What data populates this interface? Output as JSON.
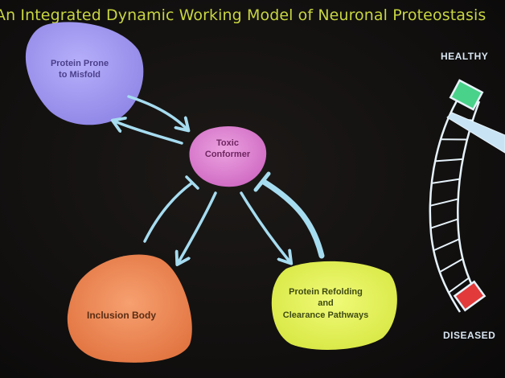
{
  "title": "An Integrated Dynamic Working Model of Neuronal Proteostasis",
  "nodes": {
    "prone": {
      "label_line1": "Protein Prone",
      "label_line2": "to Misfold",
      "color": "#a49cf4"
    },
    "toxic": {
      "label_line1": "Toxic",
      "label_line2": "Conformer",
      "color": "#dd7fd0"
    },
    "inclusion": {
      "label": "Inclusion Body",
      "color": "#f08a58"
    },
    "refold": {
      "label_line1": "Protein Refolding",
      "label_line2": "and",
      "label_line3": "Clearance Pathways",
      "color": "#e6f25a"
    }
  },
  "gauge": {
    "top_label": "HEALTHY",
    "bottom_label": "DISEASED",
    "healthy_color": "#49d28a",
    "diseased_color": "#e23a3a",
    "segments": 10
  },
  "colors": {
    "arrow": "#a6dcf0",
    "title": "#c8d640",
    "gauge_outline": "#e6f2fa"
  }
}
